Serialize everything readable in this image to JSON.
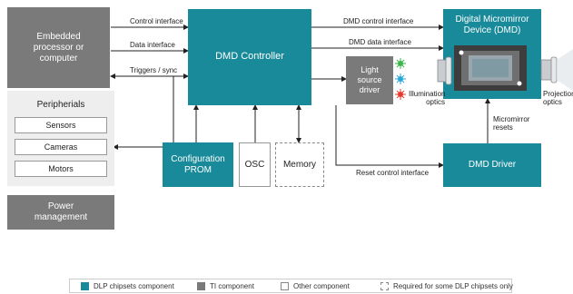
{
  "blocks": {
    "embedded": "Embedded processor or computer",
    "peripherials_title": "Peripherials",
    "sensors": "Sensors",
    "cameras": "Cameras",
    "motors": "Motors",
    "power": "Power management",
    "dmd_controller": "DMD Controller",
    "config_prom": "Configuration PROM",
    "osc": "OSC",
    "memory": "Memory",
    "light_source": "Light source driver",
    "dmd_device": "Digital Micromirror Device (DMD)",
    "dmd_driver": "DMD Driver"
  },
  "connections": {
    "control_interface": "Control interface",
    "data_interface": "Data interface",
    "triggers_sync": "Triggers / sync",
    "dmd_control_interface": "DMD control interface",
    "dmd_data_interface": "DMD data interface",
    "reset_control_interface": "Reset control interface",
    "micromirror_resets": "Micromirror resets",
    "illumination_optics": "Illumination optics",
    "projection_optics": "Projection optics"
  },
  "legend": [
    {
      "label": "DLP chipsets component",
      "color": "#198a9a",
      "style": "solid"
    },
    {
      "label": "TI component",
      "color": "#7a7a7a",
      "style": "solid"
    },
    {
      "label": "Other component",
      "color": "#ffffff",
      "style": "outline"
    },
    {
      "label": "Required for some DLP chipsets only",
      "color": "#ffffff",
      "style": "dashed"
    }
  ],
  "colors": {
    "dlp_teal": "#198a9a",
    "ti_grey": "#7a7a7a",
    "led_green": "#3bb54a",
    "led_blue": "#2aa7d6",
    "led_red": "#e23a2f"
  }
}
